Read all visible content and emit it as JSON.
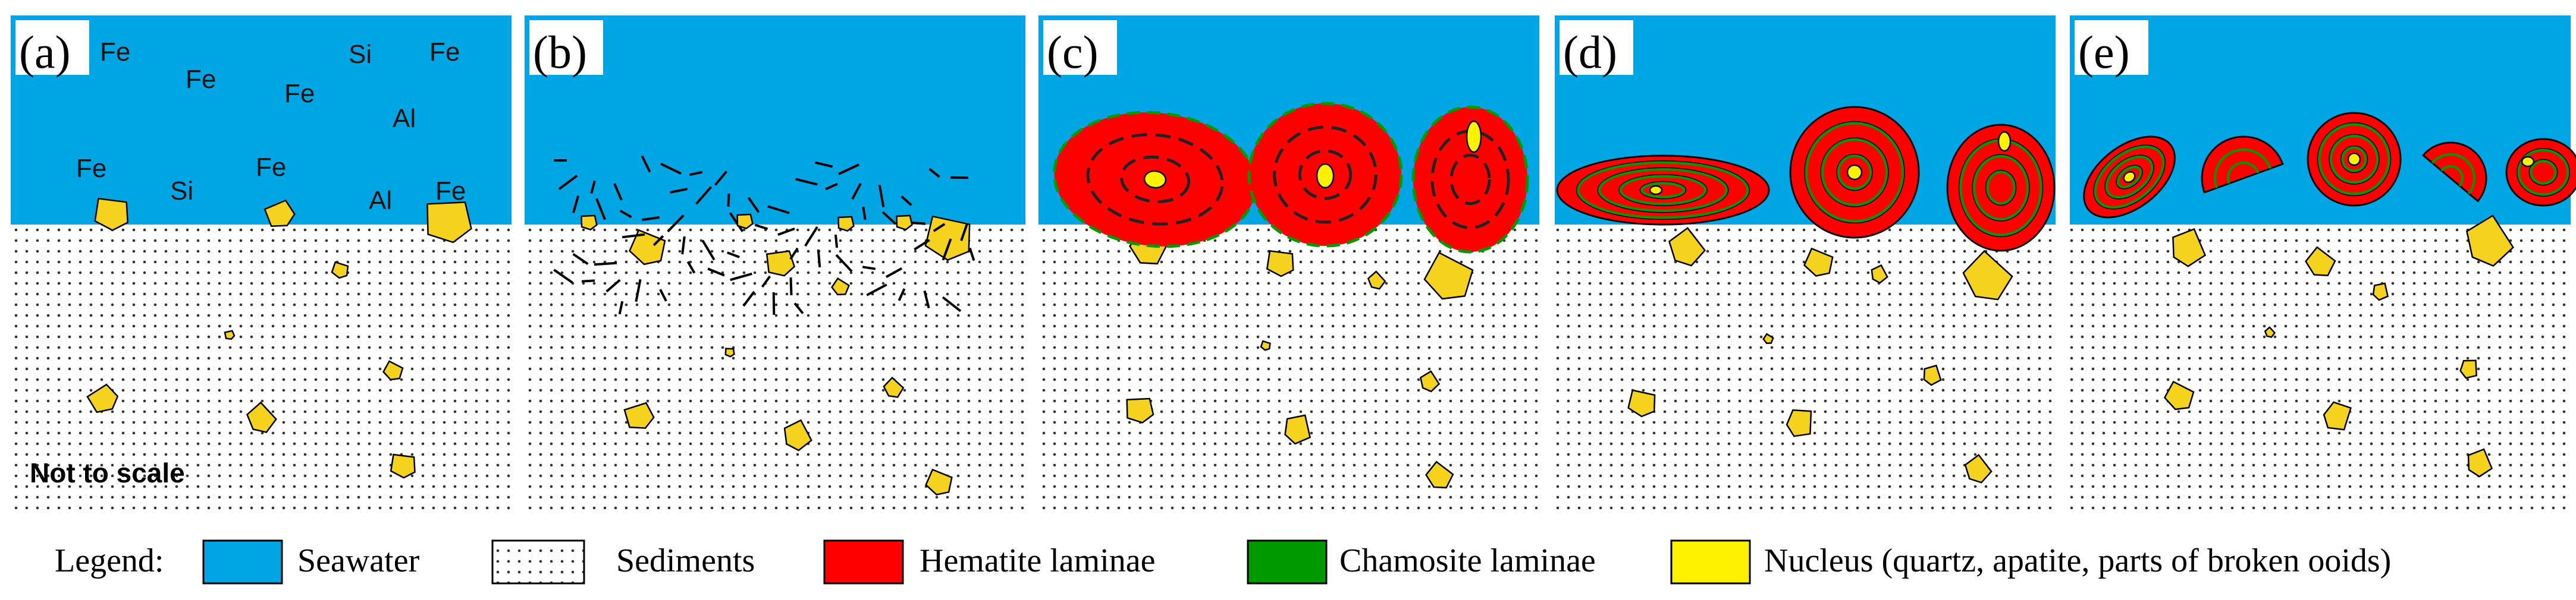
{
  "panels": [
    {
      "label": "(a)",
      "elements": [
        "Fe",
        "Fe",
        "Fe",
        "Si",
        "Fe",
        "Al",
        "Fe",
        "Si",
        "Fe",
        "Al",
        "Fe"
      ],
      "note": "Not to scale"
    },
    {
      "label": "(b)"
    },
    {
      "label": "(c)"
    },
    {
      "label": "(d)"
    },
    {
      "label": "(e)"
    }
  ],
  "legend": {
    "title": "Legend:",
    "items": [
      {
        "label": "Seawater",
        "color": "#00A6E3",
        "pattern": "solid"
      },
      {
        "label": "Sediments",
        "color": "#FFFFFF",
        "pattern": "dotted"
      },
      {
        "label": "Hematite laminae",
        "color": "#FF0000",
        "pattern": "solid"
      },
      {
        "label": "Chamosite laminae",
        "color": "#009A00",
        "pattern": "solid"
      },
      {
        "label": "Nucleus (quartz, apatite, parts of broken ooids)",
        "color": "#FFF200",
        "pattern": "solid"
      }
    ]
  },
  "colors": {
    "seawater": "#00A6E3",
    "hematite": "#FF0000",
    "chamosite": "#009A00",
    "nucleus": "#FFF200",
    "nucleus_grain": "#F4D21E",
    "outline": "#000000"
  }
}
